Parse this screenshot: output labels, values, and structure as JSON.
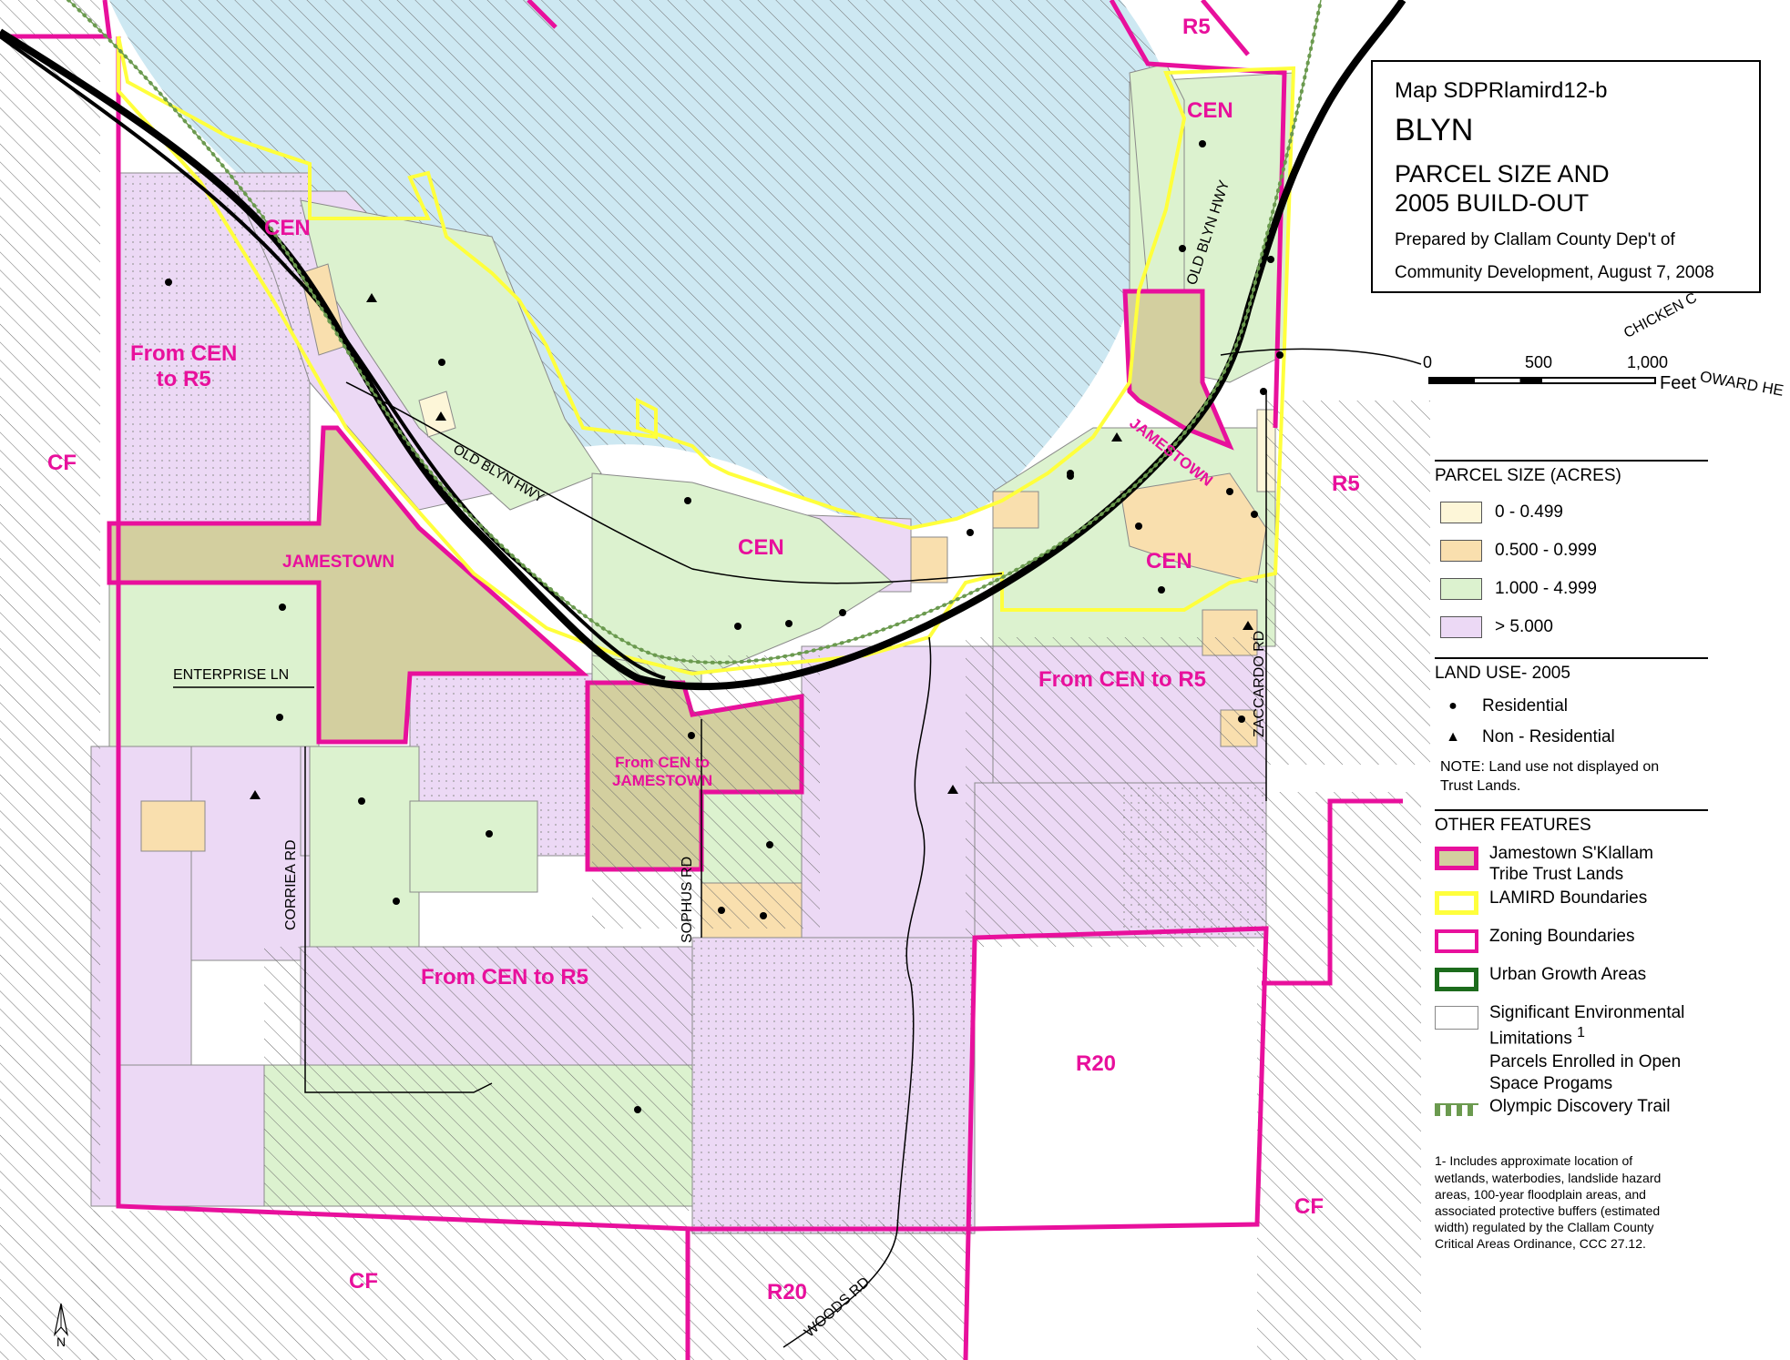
{
  "title_block": {
    "map_id": "Map SDPRlamird12-b",
    "place": "BLYN",
    "subject_line1": "PARCEL SIZE AND",
    "subject_line2": "2005 BUILD-OUT",
    "prepared_line1": "Prepared by Clallam County Dep't of",
    "prepared_line2": "Community Development, August 7, 2008"
  },
  "scale_bar": {
    "t0": "0",
    "t1": "500",
    "t2": "1,000",
    "unit": "Feet"
  },
  "zone_labels": {
    "r5_top": "R5",
    "cen_top_right": "CEN",
    "cen_upper_left": "CEN",
    "from_cen_r5_left_1": "From CEN",
    "from_cen_r5_left_2": "to R5",
    "cf_left": "CF",
    "jamestown_left": "JAMESTOWN",
    "jamestown_right": "JAMESTOWN",
    "cen_center": "CEN",
    "cen_right": "CEN",
    "r5_right": "R5",
    "from_cen_r5_right": "From CEN to R5",
    "from_cen_jt_1": "From CEN to",
    "from_cen_jt_2": "JAMESTOWN",
    "from_cen_r5_bottom": "From CEN to R5",
    "r20_right": "R20",
    "cf_bottom_right": "CF",
    "cf_bottom": "CF",
    "r20_bottom": "R20"
  },
  "road_labels": {
    "old_blyn_hwy_1": "OLD BLYN HWY",
    "old_blyn_hwy_2": "OLD BLYN HWY",
    "enterprise_ln": "ENTERPRISE LN",
    "corriea_rd": "CORRIEA RD",
    "sophus_rd": "SOPHUS RD",
    "zaccardo_rd": "ZACCARDO RD",
    "woods_rd": "WOODS RD",
    "chicken": "CHICKEN C",
    "howard": "OWARD HE"
  },
  "legend": {
    "parcel_title": "PARCEL SIZE (ACRES)",
    "parcel_items": [
      {
        "label": "0 - 0.499",
        "color": "#fdf6d8"
      },
      {
        "label": "0.500 - 0.999",
        "color": "#f9dfae"
      },
      {
        "label": "1.000 - 4.999",
        "color": "#dcf2cf"
      },
      {
        "label": "> 5.000",
        "color": "#ecd9f5"
      }
    ],
    "landuse_title": "LAND USE- 2005",
    "landuse_items": [
      {
        "symbol": "●",
        "label": "Residential"
      },
      {
        "symbol": "▲",
        "label": "Non - Residential"
      }
    ],
    "landuse_note_1": "NOTE: Land use not displayed on",
    "landuse_note_2": "Trust Lands.",
    "other_title": "OTHER FEATURES",
    "trust_1": "Jamestown S'Klallam",
    "trust_2": "Tribe Trust Lands",
    "lamird": "LAMIRD Boundaries",
    "zoning": "Zoning Boundaries",
    "uga": "Urban Growth Areas",
    "sel_1": "Significant Environmental",
    "sel_2": "Limitations",
    "sel_sup": "1",
    "open_1": "Parcels Enrolled in Open",
    "open_2": "Space Progams",
    "trail": "Olympic Discovery Trail",
    "footnote": [
      "1- Includes approximate location of",
      "wetlands, waterbodies, landslide hazard",
      "areas, 100-year floodplain areas, and",
      "associated protective buffers (estimated",
      "width) regulated by the Clallam County",
      "Critical Areas Ordinance, CCC 27.12."
    ]
  },
  "north_arrow": {
    "label": "N"
  },
  "colors": {
    "water": "#cde8f2",
    "zoning": "#e8109c",
    "lamird": "#ffff3c",
    "trust": "#d3cf9f",
    "trail": "#6b9a4f"
  }
}
